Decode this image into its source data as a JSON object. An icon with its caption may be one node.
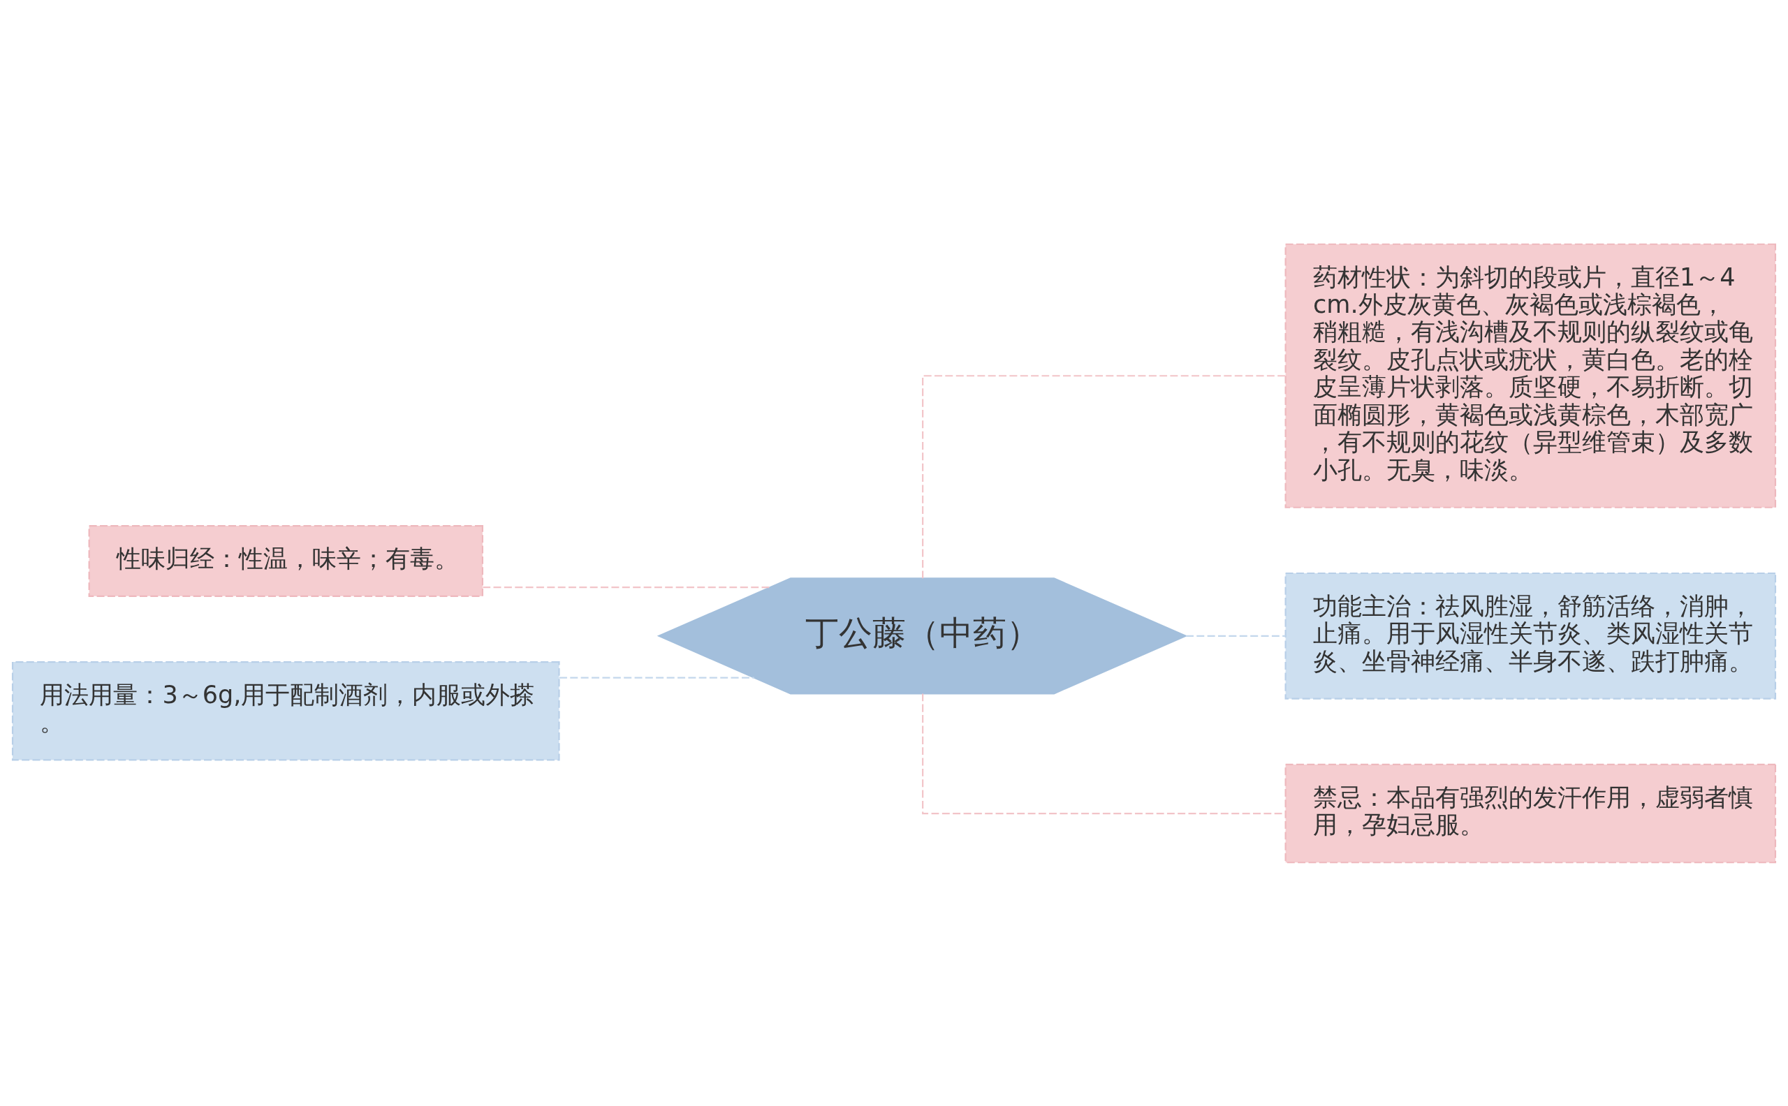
{
  "diagram": {
    "nodes": [
      {
        "text": [
          "丁公藤（中药）"
        ]
      },
      {
        "text": [
          "性味归经：性温，味辛；有毒。"
        ]
      },
      {
        "text": [
          "用法用量：3～6g,用于配制酒剂，内服或外搽。"
        ]
      },
      {
        "text": [
          "药材性状：为斜切的段或片，直径1～4cm.外皮灰黄色、灰褐色或浅棕褐色，稍粗糙，有浅沟槽及不规则的纵裂纹或龟裂纹。皮孔点状或疣状，黄白色。老的栓皮呈薄片状剥落。质坚硬，不易折断。切面椭圆形，黄褐色或浅黄棕色，木部宽广，有不规则的花纹（异型维管束）及多数小孔。无臭，味淡。"
        ]
      },
      {
        "text": [
          "功能主治：祛风胜湿，舒筋活络，消肿，止痛。用于风湿性关节炎、类风湿性关节炎、坐骨神经痛、半身不遂、跌打肿痛。"
        ]
      },
      {
        "text": [
          "禁忌：本品有强烈的发汗作用，虚弱者慎用，孕妇忌服。"
        ]
      }
    ],
    "edges": [
      {
        "from": 0,
        "to": 1,
        "arrow": "none",
        "style": "dashed",
        "color": "#f2c4c8"
      },
      {
        "from": 0,
        "to": 2,
        "arrow": "none",
        "style": "dashed",
        "color": "#c3d7ec"
      },
      {
        "from": 0,
        "to": 3,
        "arrow": "none",
        "style": "dashed",
        "color": "#f2c4c8"
      },
      {
        "from": 0,
        "to": 4,
        "arrow": "none",
        "style": "dashed",
        "color": "#c3d7ec"
      },
      {
        "from": 0,
        "to": 5,
        "arrow": "none",
        "style": "dashed",
        "color": "#f2c4c8"
      }
    ]
  }
}
